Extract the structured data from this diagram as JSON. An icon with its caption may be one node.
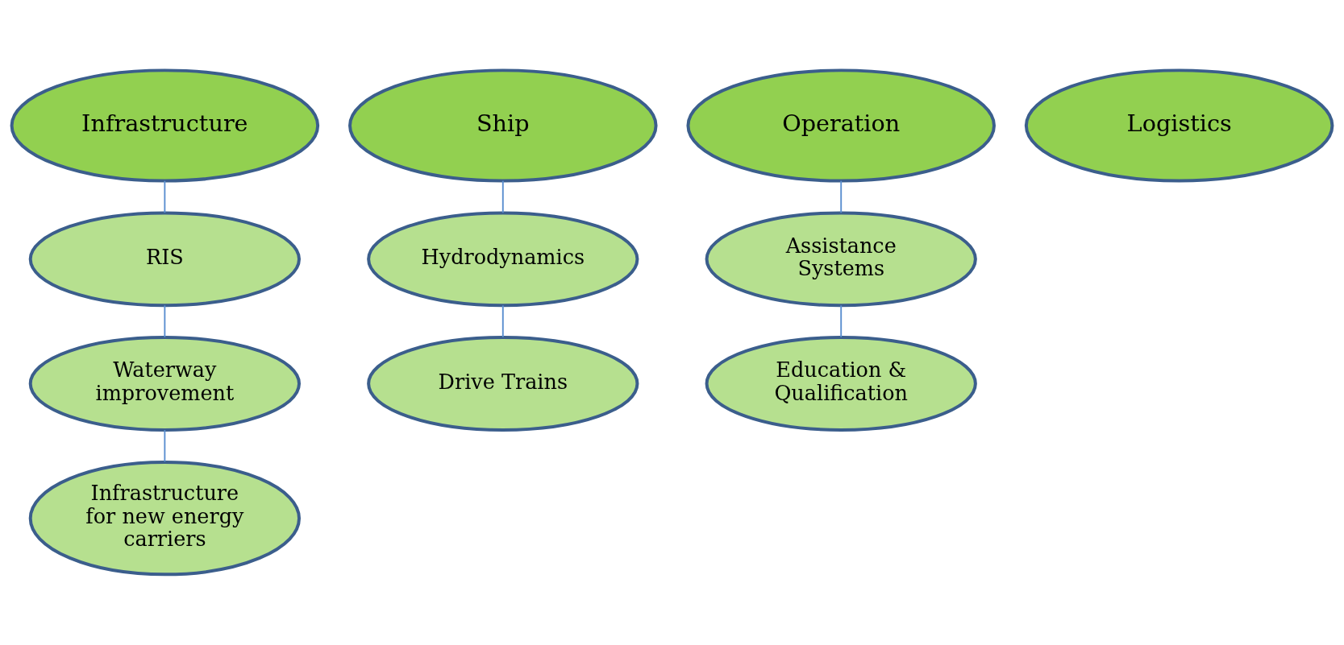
{
  "diagram": {
    "nodes": [
      {
        "text": [
          "Infrastructure"
        ]
      },
      {
        "text": [
          "Ship"
        ]
      },
      {
        "text": [
          "Operation"
        ]
      },
      {
        "text": [
          "Logistics"
        ]
      },
      {
        "text": [
          "RIS"
        ]
      },
      {
        "text": [
          "Hydrodynamics"
        ]
      },
      {
        "text": [
          "Assistance Systems"
        ]
      },
      {
        "text": [
          "Waterway improvement"
        ]
      },
      {
        "text": [
          "Drive Trains"
        ]
      },
      {
        "text": [
          "Education & Qualification"
        ]
      },
      {
        "text": [
          "Infrastructure for new energy carriers"
        ]
      }
    ],
    "edges": [
      {
        "from": 0,
        "to": 4,
        "arrow": "none"
      },
      {
        "from": 4,
        "to": 7,
        "arrow": "none"
      },
      {
        "from": 7,
        "to": 10,
        "arrow": "none"
      },
      {
        "from": 1,
        "to": 5,
        "arrow": "none"
      },
      {
        "from": 5,
        "to": 8,
        "arrow": "none"
      },
      {
        "from": 2,
        "to": 6,
        "arrow": "none"
      },
      {
        "from": 6,
        "to": 9,
        "arrow": "none"
      }
    ]
  }
}
